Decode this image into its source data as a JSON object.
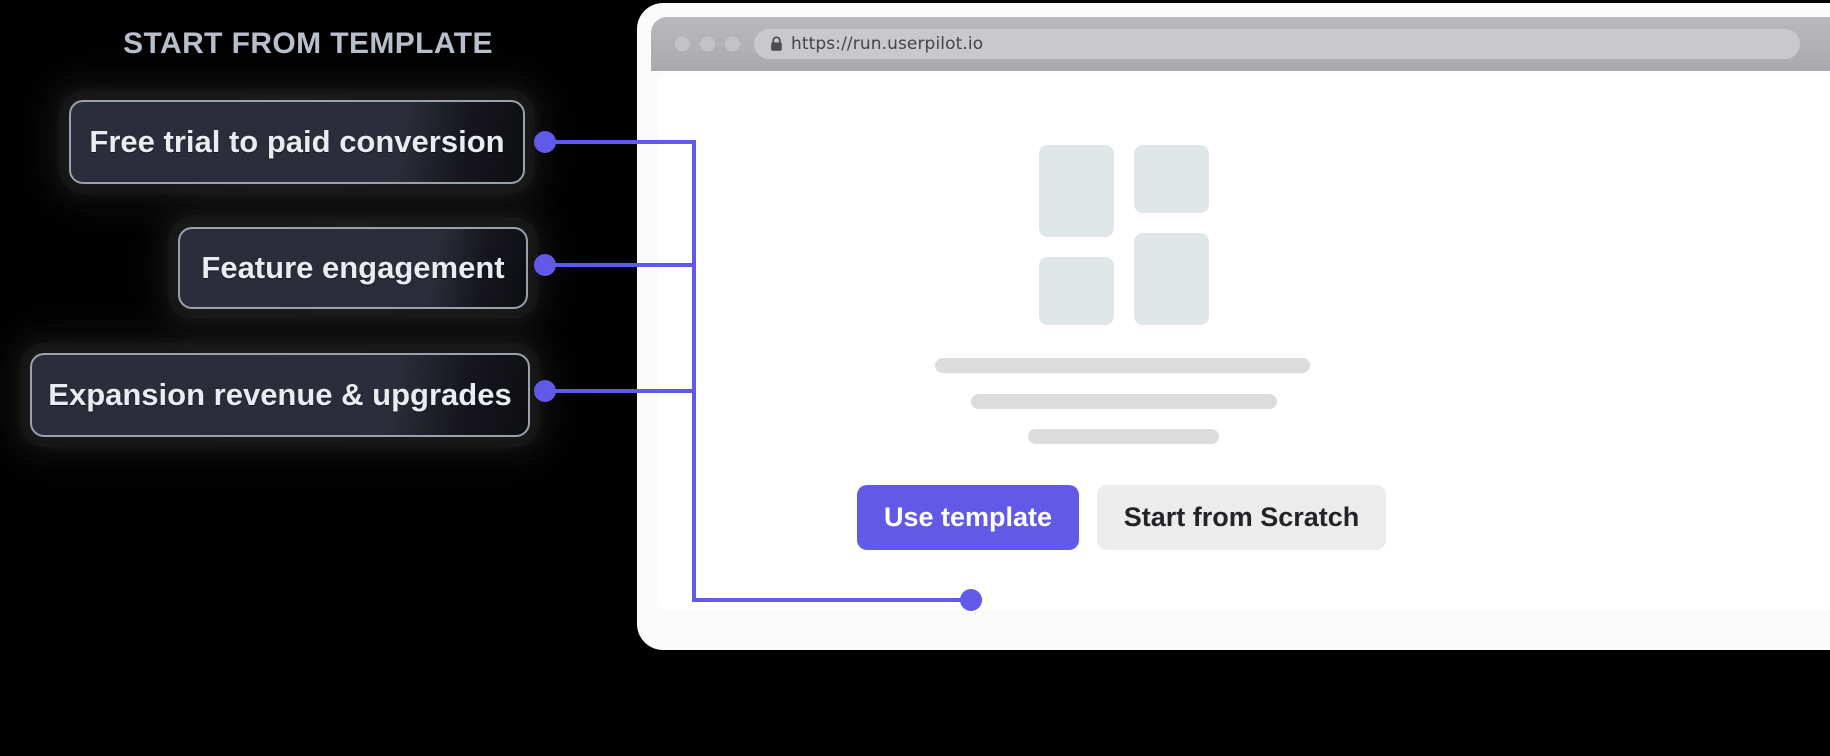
{
  "left_panel": {
    "title": "START FROM TEMPLATE",
    "title_color": "#b7bfcc",
    "templates": [
      {
        "label": "Free trial to paid conversion"
      },
      {
        "label": "Feature engagement"
      },
      {
        "label": "Expansion revenue & upgrades"
      }
    ]
  },
  "connector": {
    "color": "#6159e8",
    "node_count": 4
  },
  "browser": {
    "chrome": {
      "traffic_light_count": 3,
      "lock_icon": "lock-icon",
      "url": "https://run.userpilot.io"
    },
    "content": {
      "skeleton_boxes": [
        {
          "name": "box-top-left"
        },
        {
          "name": "box-top-right"
        },
        {
          "name": "box-bottom-left"
        },
        {
          "name": "box-bottom-right"
        }
      ],
      "skeleton_bars": [
        {
          "name": "bar-line-1"
        },
        {
          "name": "bar-line-2"
        },
        {
          "name": "bar-line-3"
        }
      ],
      "primary_button": {
        "label": "Use template",
        "bg": "#6259e6",
        "fg": "#ffffff"
      },
      "secondary_button": {
        "label": "Start from Scratch",
        "bg": "#ececec",
        "fg": "#222428"
      }
    }
  }
}
